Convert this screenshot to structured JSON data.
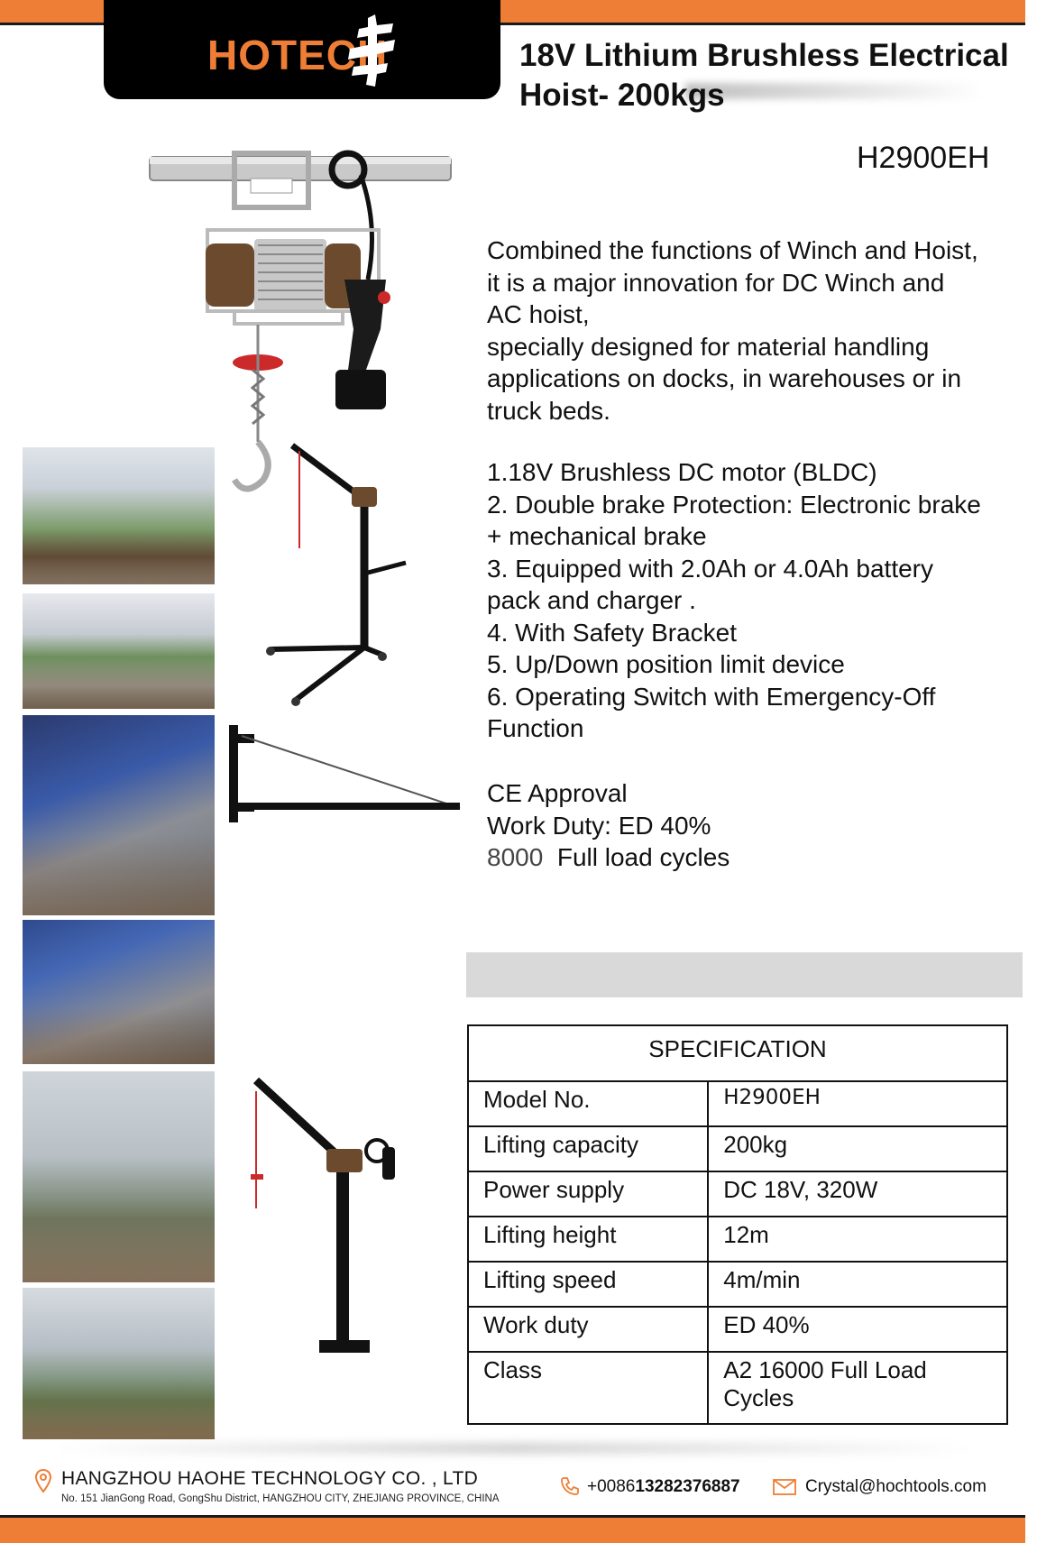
{
  "header": {
    "logo_main": "HOTECH",
    "title_line1": "18V Lithium  Brushless  Electrical",
    "title_line2": "Hoist- 200kgs",
    "model": "H2900EH"
  },
  "description": "Combined the functions of Winch and Hoist,\nit is a major innovation for DC Winch and\nAC hoist,\nspecially designed for material handling\napplications on docks, in warehouses or in\ntruck beds.",
  "features": [
    "1.18V Brushless DC motor (BLDC)",
    "2. Double brake Protection: Electronic brake",
    "+ mechanical brake",
    "3. Equipped with 2.0Ah or 4.0Ah battery",
    "pack and charger .",
    "4. With Safety Bracket",
    "5. Up/Down position limit device",
    "6. Operating Switch with Emergency-Off",
    "Function"
  ],
  "certification": {
    "ce": "CE Approval",
    "work_duty": "Work Duty:  ED 40%",
    "cycles_number": "8000",
    "cycles_text": "  Full load cycles"
  },
  "spec": {
    "header": "SPECIFICATION",
    "rows": [
      {
        "key": "Model No.",
        "value": "H2900EH"
      },
      {
        "key": "Lifting capacity",
        "value": "200kg"
      },
      {
        "key": "Power supply",
        "value": "DC 18V, 320W"
      },
      {
        "key": "Lifting height",
        "value": "12m"
      },
      {
        "key": "Lifting speed",
        "value": "4m/min"
      },
      {
        "key": "Work duty",
        "value": "ED 40%"
      },
      {
        "key": "Class",
        "value": "A2 16000 Full Load Cycles"
      }
    ]
  },
  "footer": {
    "company": "HANGZHOU HAOHE TECHNOLOGY CO. , LTD",
    "address": "No. 151 JianGong Road, GongShu District, HANGZHOU CITY, ZHEJIANG PROVINCE, CHINA",
    "phone_prefix": "+0086",
    "phone_number": "13282376887",
    "email": "Crystal@hochtools.com"
  },
  "colors": {
    "accent": "#ee7e35",
    "dark": "#000000"
  },
  "icons": [
    "location-pin-icon",
    "phone-icon",
    "mail-icon",
    "logo-brand-mark-icon"
  ]
}
